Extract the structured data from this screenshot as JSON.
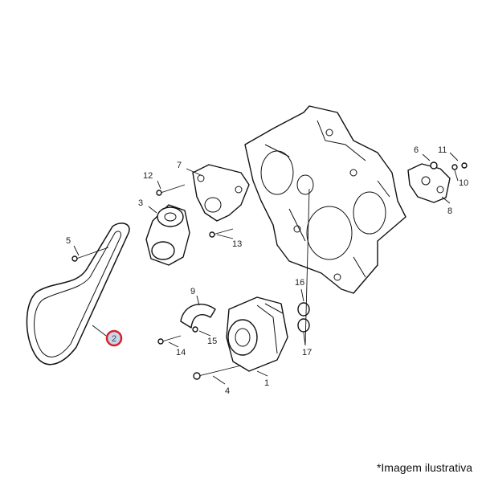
{
  "diagram": {
    "callouts": {
      "c1": "1",
      "c2": "2",
      "c3": "3",
      "c4": "4",
      "c5": "5",
      "c6": "6",
      "c7": "7",
      "c8": "8",
      "c9": "9",
      "c10": "10",
      "c11": "11",
      "c12": "12",
      "c13": "13",
      "c14": "14",
      "c15": "15",
      "c16": "16",
      "c17": "17"
    },
    "highlighted_callout": "2",
    "highlight_color": "#d9202a",
    "highlight_fill": "#c9d6ea"
  },
  "caption": "*Imagem ilustrativa"
}
